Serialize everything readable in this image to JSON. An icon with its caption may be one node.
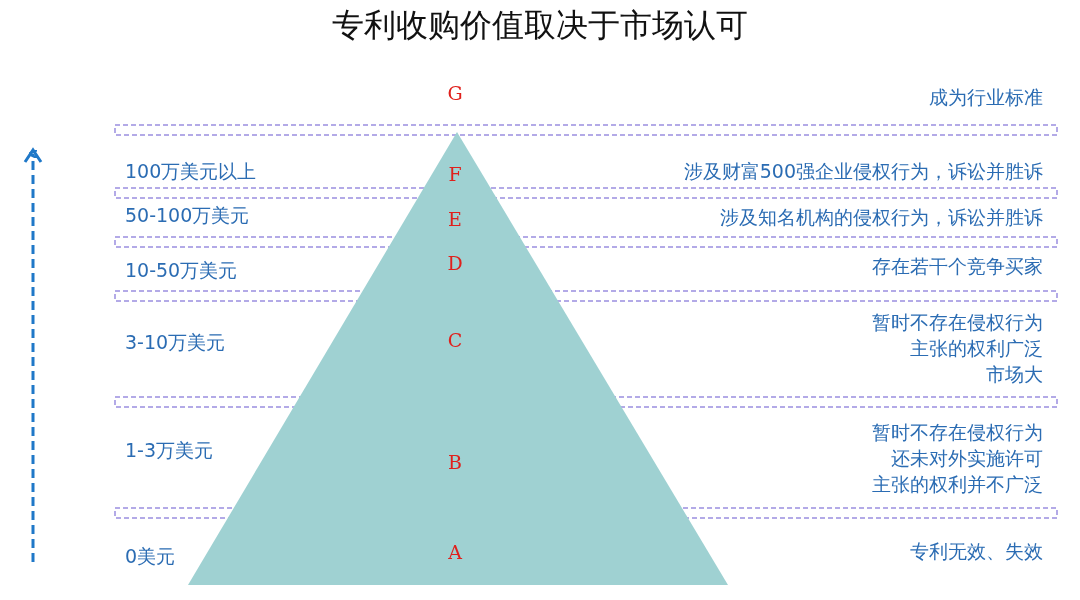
{
  "diagram": {
    "title": "专利收购价值取决于市场认可",
    "labels": [
      "G",
      "成为行业标准",
      "100万美元以上",
      "F",
      "涉及财富500强企业侵权行为，诉讼并胜诉",
      "50-100万美元",
      "E",
      "涉及知名机构的侵权行为，诉讼并胜诉",
      "10-50万美元",
      "D",
      "存在若干个竞争买家",
      "3-10万美元",
      "C",
      "暂时不存在侵权行为",
      "主张的权利广泛",
      "市场大",
      "1-3万美元",
      "B",
      "暂时不存在侵权行为",
      "还未对外实施许可",
      "主张的权利并不广泛",
      "0美元",
      "A",
      "专利无效、失效"
    ]
  }
}
